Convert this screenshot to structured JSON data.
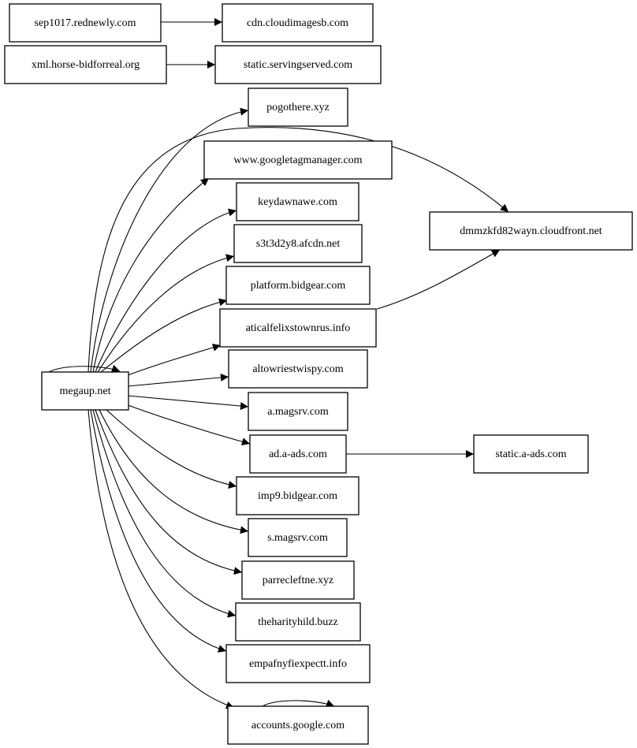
{
  "graph": {
    "nodes": {
      "sep1017": "sep1017.rednewly.com",
      "cdn_cloudimagesb": "cdn.cloudimagesb.com",
      "xml_horse": "xml.horse-bidforreal.org",
      "static_servingserved": "static.servingserved.com",
      "pogothere": "pogothere.xyz",
      "googletagmanager": "www.googletagmanager.com",
      "keydawnawe": "keydawnawe.com",
      "afcdn": "s3t3d2y8.afcdn.net",
      "platform_bidgear": "platform.bidgear.com",
      "aticalfelix": "aticalfelixstownrus.info",
      "altowriest": "altowriestwispy.com",
      "a_magsrv": "a.magsrv.com",
      "ad_a_ads": "ad.a-ads.com",
      "imp9_bidgear": "imp9.bidgear.com",
      "s_magsrv": "s.magsrv.com",
      "parrecleftne": "parrecleftne.xyz",
      "theharity": "theharityhild.buzz",
      "empafny": "empafnyfiexpectt.info",
      "accounts_google": "accounts.google.com",
      "megaup": "megaup.net",
      "dmmzkfd82wayn": "dmmzkfd82wayn.cloudfront.net",
      "static_a_ads": "static.a-ads.com"
    },
    "edges": [
      [
        "sep1017",
        "cdn_cloudimagesb"
      ],
      [
        "xml_horse",
        "static_servingserved"
      ],
      [
        "megaup",
        "megaup"
      ],
      [
        "megaup",
        "pogothere"
      ],
      [
        "megaup",
        "dmmzkfd82wayn"
      ],
      [
        "megaup",
        "googletagmanager"
      ],
      [
        "megaup",
        "keydawnawe"
      ],
      [
        "megaup",
        "afcdn"
      ],
      [
        "megaup",
        "platform_bidgear"
      ],
      [
        "megaup",
        "aticalfelix"
      ],
      [
        "megaup",
        "altowriest"
      ],
      [
        "megaup",
        "a_magsrv"
      ],
      [
        "megaup",
        "ad_a_ads"
      ],
      [
        "megaup",
        "imp9_bidgear"
      ],
      [
        "megaup",
        "s_magsrv"
      ],
      [
        "megaup",
        "parrecleftne"
      ],
      [
        "megaup",
        "theharity"
      ],
      [
        "megaup",
        "empafny"
      ],
      [
        "megaup",
        "accounts_google"
      ],
      [
        "aticalfelix",
        "dmmzkfd82wayn"
      ],
      [
        "ad_a_ads",
        "static_a_ads"
      ],
      [
        "accounts_google",
        "accounts_google"
      ]
    ]
  }
}
